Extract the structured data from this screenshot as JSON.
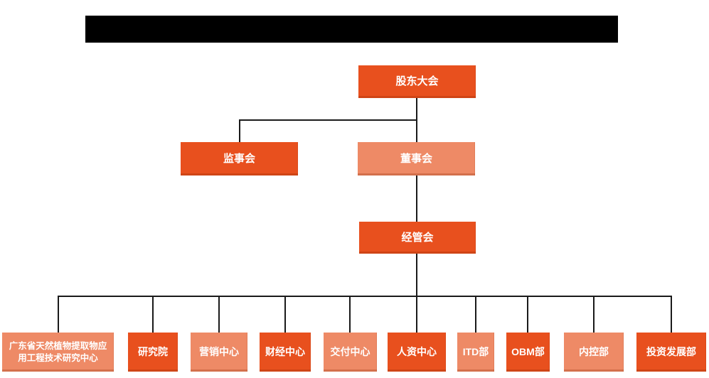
{
  "header": {
    "redacted_title_bar": true
  },
  "colors": {
    "node_dark": "#E8501E",
    "node_light": "#EE8A66",
    "connector": "#1a1a1a",
    "redaction": "#000000",
    "label_text": "#ffffff",
    "background": "#ffffff"
  },
  "org_chart": {
    "type": "organizational-chart",
    "nodes": [
      {
        "id": "shareholders-meeting",
        "label": "股东大会",
        "variant": "dark",
        "level": 1
      },
      {
        "id": "supervisory-board",
        "label": "监事会",
        "variant": "dark",
        "level": 2
      },
      {
        "id": "board-of-directors",
        "label": "董事会",
        "variant": "light",
        "level": 2
      },
      {
        "id": "management-committee",
        "label": "经管会",
        "variant": "dark",
        "level": 3
      },
      {
        "id": "research-center",
        "label": "广东省天然植物提取物应用工程技术研究中心",
        "variant": "light",
        "level": 4
      },
      {
        "id": "research-institute",
        "label": "研究院",
        "variant": "dark",
        "level": 4
      },
      {
        "id": "marketing-center",
        "label": "营销中心",
        "variant": "light",
        "level": 4
      },
      {
        "id": "finance-center",
        "label": "财经中心",
        "variant": "dark",
        "level": 4
      },
      {
        "id": "delivery-center",
        "label": "交付中心",
        "variant": "light",
        "level": 4
      },
      {
        "id": "hr-center",
        "label": "人资中心",
        "variant": "dark",
        "level": 4
      },
      {
        "id": "itd-department",
        "label": "ITD部",
        "variant": "light",
        "level": 4
      },
      {
        "id": "obm-department",
        "label": "OBM部",
        "variant": "dark",
        "level": 4
      },
      {
        "id": "internal-control-dept",
        "label": "内控部",
        "variant": "light",
        "level": 4
      },
      {
        "id": "investment-dev-dept",
        "label": "投资发展部",
        "variant": "dark",
        "level": 4
      }
    ],
    "edges": [
      {
        "from": "shareholders-meeting",
        "to": "supervisory-board"
      },
      {
        "from": "shareholders-meeting",
        "to": "board-of-directors"
      },
      {
        "from": "board-of-directors",
        "to": "management-committee"
      },
      {
        "from": "management-committee",
        "to": "research-center"
      },
      {
        "from": "management-committee",
        "to": "research-institute"
      },
      {
        "from": "management-committee",
        "to": "marketing-center"
      },
      {
        "from": "management-committee",
        "to": "finance-center"
      },
      {
        "from": "management-committee",
        "to": "delivery-center"
      },
      {
        "from": "management-committee",
        "to": "hr-center"
      },
      {
        "from": "management-committee",
        "to": "itd-department"
      },
      {
        "from": "management-committee",
        "to": "obm-department"
      },
      {
        "from": "management-committee",
        "to": "internal-control-dept"
      },
      {
        "from": "management-committee",
        "to": "investment-dev-dept"
      }
    ]
  }
}
